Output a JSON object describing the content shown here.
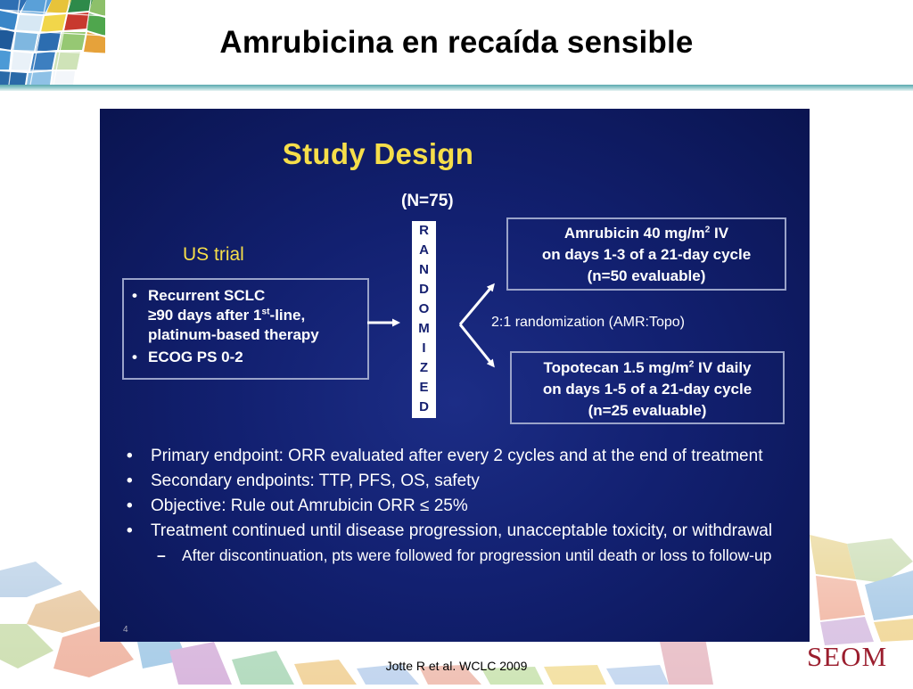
{
  "slide_title": "Amrubicina en recaída sensible",
  "embedded_slide": {
    "title": "Study Design",
    "n_label": "(N=75)",
    "randomized_letters": [
      "R",
      "A",
      "N",
      "D",
      "O",
      "M",
      "I",
      "Z",
      "E",
      "D"
    ],
    "trial_label": "US trial",
    "criteria": {
      "item1_line1": "Recurrent SCLC",
      "item1_line2_pre": "≥90 days after 1",
      "item1_line2_sup": "st",
      "item1_line2_post": "-line,",
      "item1_line3": "platinum-based therapy",
      "item2": "ECOG PS 0-2"
    },
    "arm_amrubicin": {
      "line1_pre": "Amrubicin 40 mg/m",
      "line1_sup": "2",
      "line1_post": " IV",
      "line2": "on days 1-3 of a 21-day cycle",
      "line3": "(n=50 evaluable)"
    },
    "arm_topotecan": {
      "line1_pre": "Topotecan 1.5 mg/m",
      "line1_sup": "2",
      "line1_post": " IV daily",
      "line2": "on days 1-5 of a 21-day cycle",
      "line3": "(n=25 evaluable)"
    },
    "ratio_label": "2:1 randomization (AMR:Topo)",
    "bullet_symbol": "•",
    "dash_symbol": "–",
    "bullets": [
      "Primary endpoint:  ORR evaluated after every 2 cycles and at the end of treatment",
      "Secondary endpoints:  TTP, PFS, OS, safety",
      "Objective: Rule out Amrubicin ORR ≤ 25%",
      "Treatment continued until disease progression, unacceptable toxicity, or withdrawal"
    ],
    "sub_bullet": "After discontinuation, pts were followed for progression until death or loss to follow-up",
    "page_number": "4"
  },
  "citation": "Jotte R et al. WCLC 2009",
  "seom_logo": "SEOM"
}
